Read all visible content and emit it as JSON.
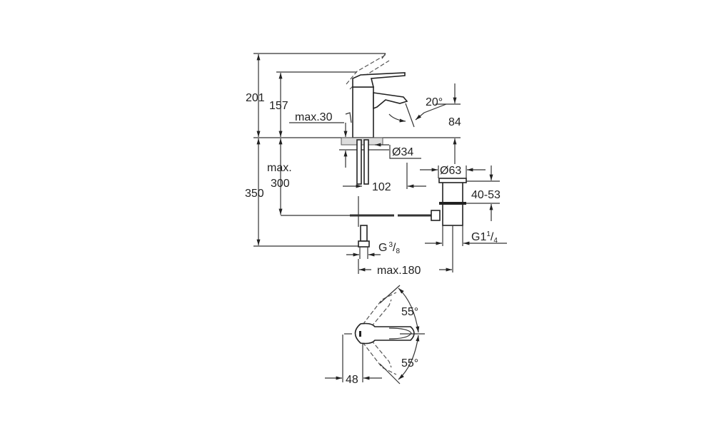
{
  "drawing": {
    "side_view": {
      "dim_total_height": "201",
      "dim_spout_height": "157",
      "dim_max_deck": "max.30",
      "dim_spout_angle": "20°",
      "dim_spout_clearance": "84",
      "dim_base_diameter": "Ø34",
      "dim_max_hose": "max.",
      "dim_max_hose_value": "300",
      "dim_below_deck": "350",
      "dim_spout_reach": "102",
      "dim_waste_diameter": "Ø63",
      "dim_waste_range": "40-53",
      "dim_waste_thread": "G1",
      "dim_waste_thread_sup": "1",
      "dim_waste_thread_sub": "4",
      "dim_supply_thread": "G",
      "dim_supply_thread_sup": "3",
      "dim_supply_thread_sub": "8",
      "dim_max_rod": "max.180"
    },
    "top_view": {
      "dim_angle_up": "55°",
      "dim_angle_down": "55°",
      "dim_offset": "48"
    }
  }
}
